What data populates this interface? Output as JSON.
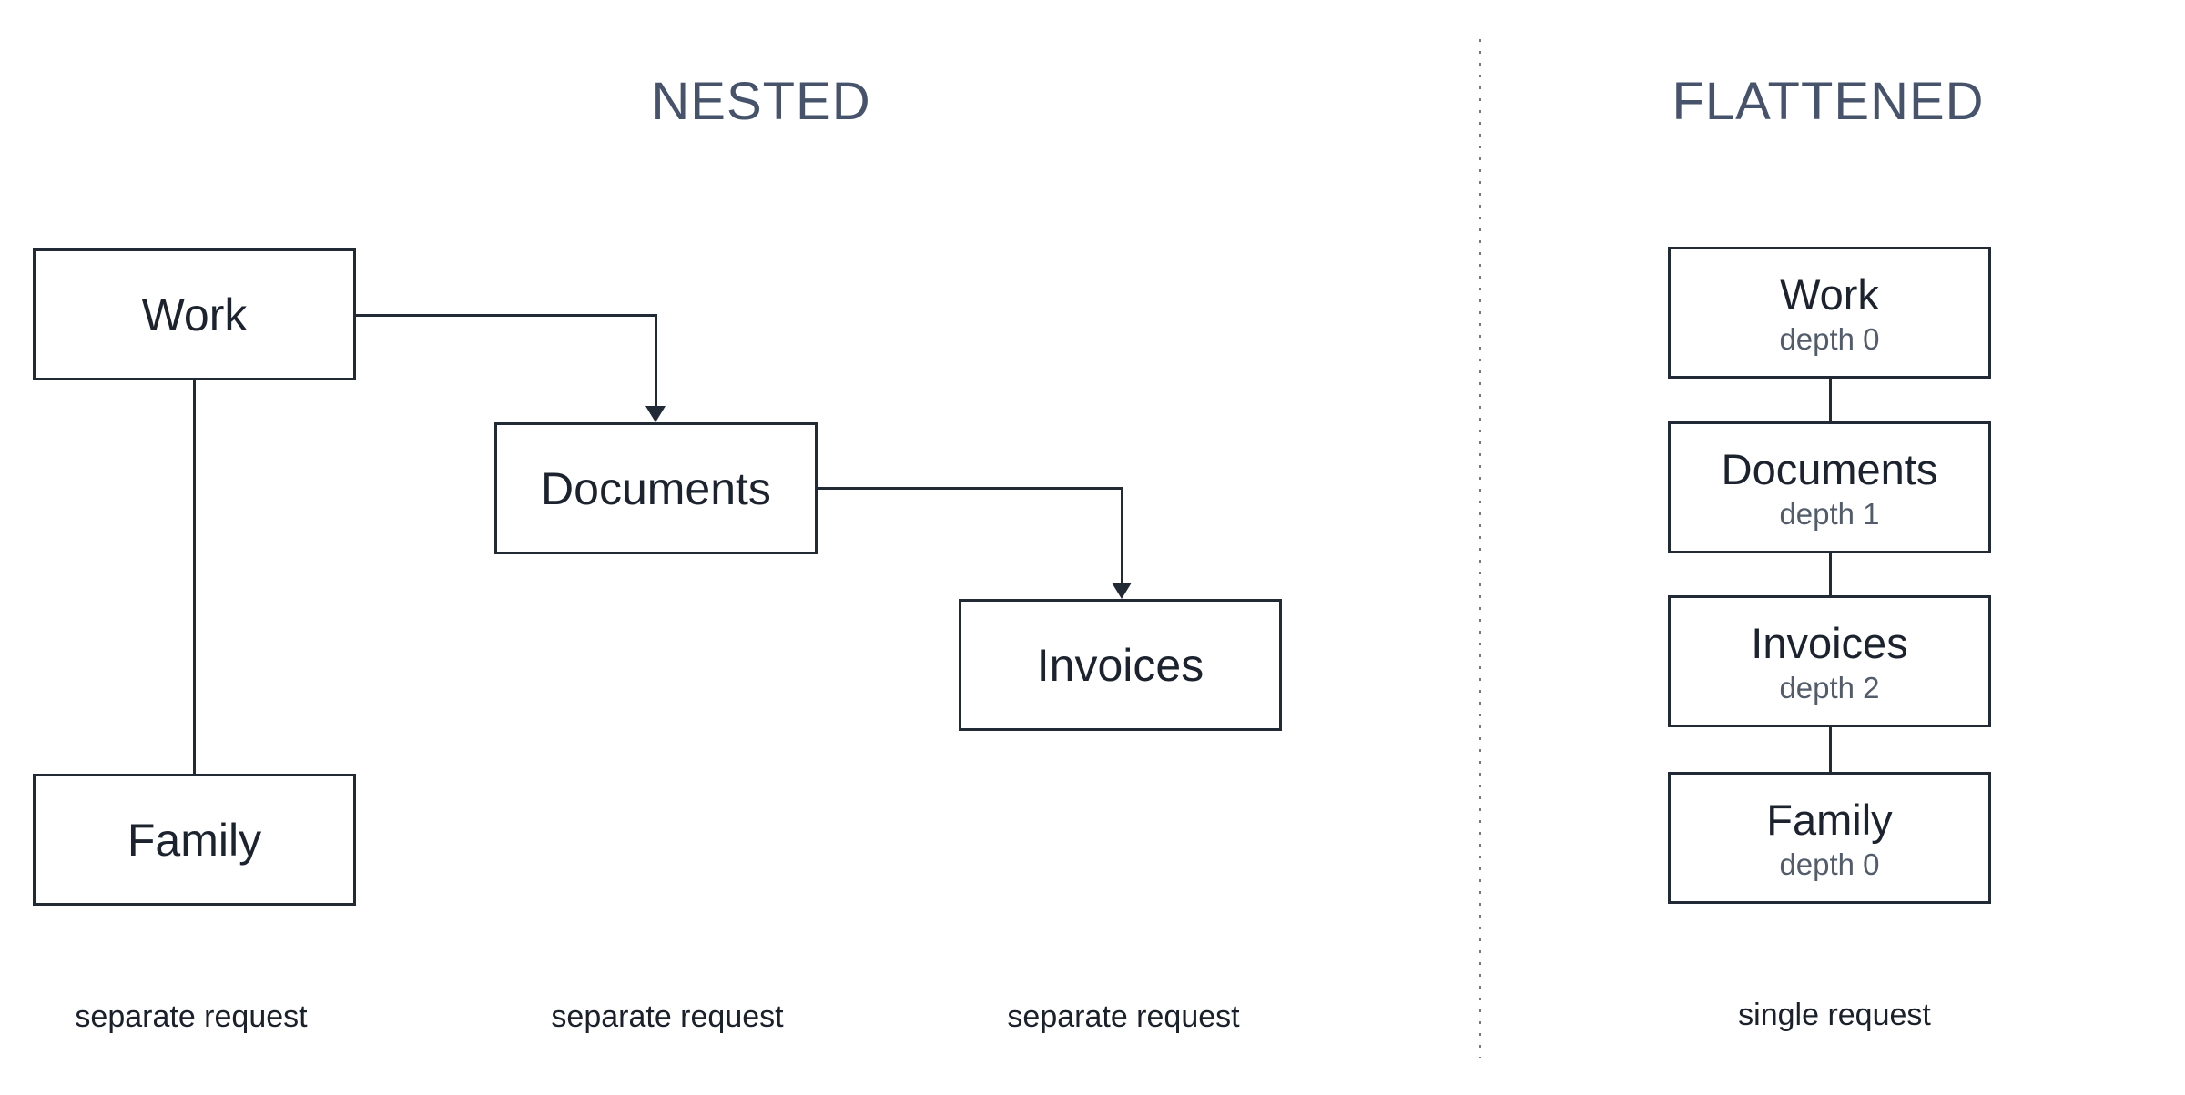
{
  "nested": {
    "title": "NESTED",
    "nodes": [
      {
        "id": "work",
        "label": "Work"
      },
      {
        "id": "documents",
        "label": "Documents"
      },
      {
        "id": "invoices",
        "label": "Invoices"
      },
      {
        "id": "family",
        "label": "Family"
      }
    ],
    "edges": [
      {
        "from": "work",
        "to": "documents",
        "arrow": true
      },
      {
        "from": "documents",
        "to": "invoices",
        "arrow": true
      },
      {
        "from": "work",
        "to": "family",
        "arrow": false
      }
    ],
    "captions": [
      "separate request",
      "separate request",
      "separate request"
    ]
  },
  "flattened": {
    "title": "FLATTENED",
    "nodes": [
      {
        "id": "work",
        "label": "Work",
        "depth_label": "depth 0"
      },
      {
        "id": "documents",
        "label": "Documents",
        "depth_label": "depth 1"
      },
      {
        "id": "invoices",
        "label": "Invoices",
        "depth_label": "depth 2"
      },
      {
        "id": "family",
        "label": "Family",
        "depth_label": "depth 0"
      }
    ],
    "edges": [
      {
        "from": "work",
        "to": "documents",
        "arrow": false
      },
      {
        "from": "documents",
        "to": "invoices",
        "arrow": false
      },
      {
        "from": "invoices",
        "to": "family",
        "arrow": false
      }
    ],
    "caption": "single request"
  },
  "colors": {
    "background": "#ffffff",
    "title_text": "#46536b",
    "node_border": "#222a35",
    "node_text": "#1c232e",
    "depth_text": "#525c6b",
    "caption_text": "#1b212b",
    "separator_dots": "#747983"
  }
}
